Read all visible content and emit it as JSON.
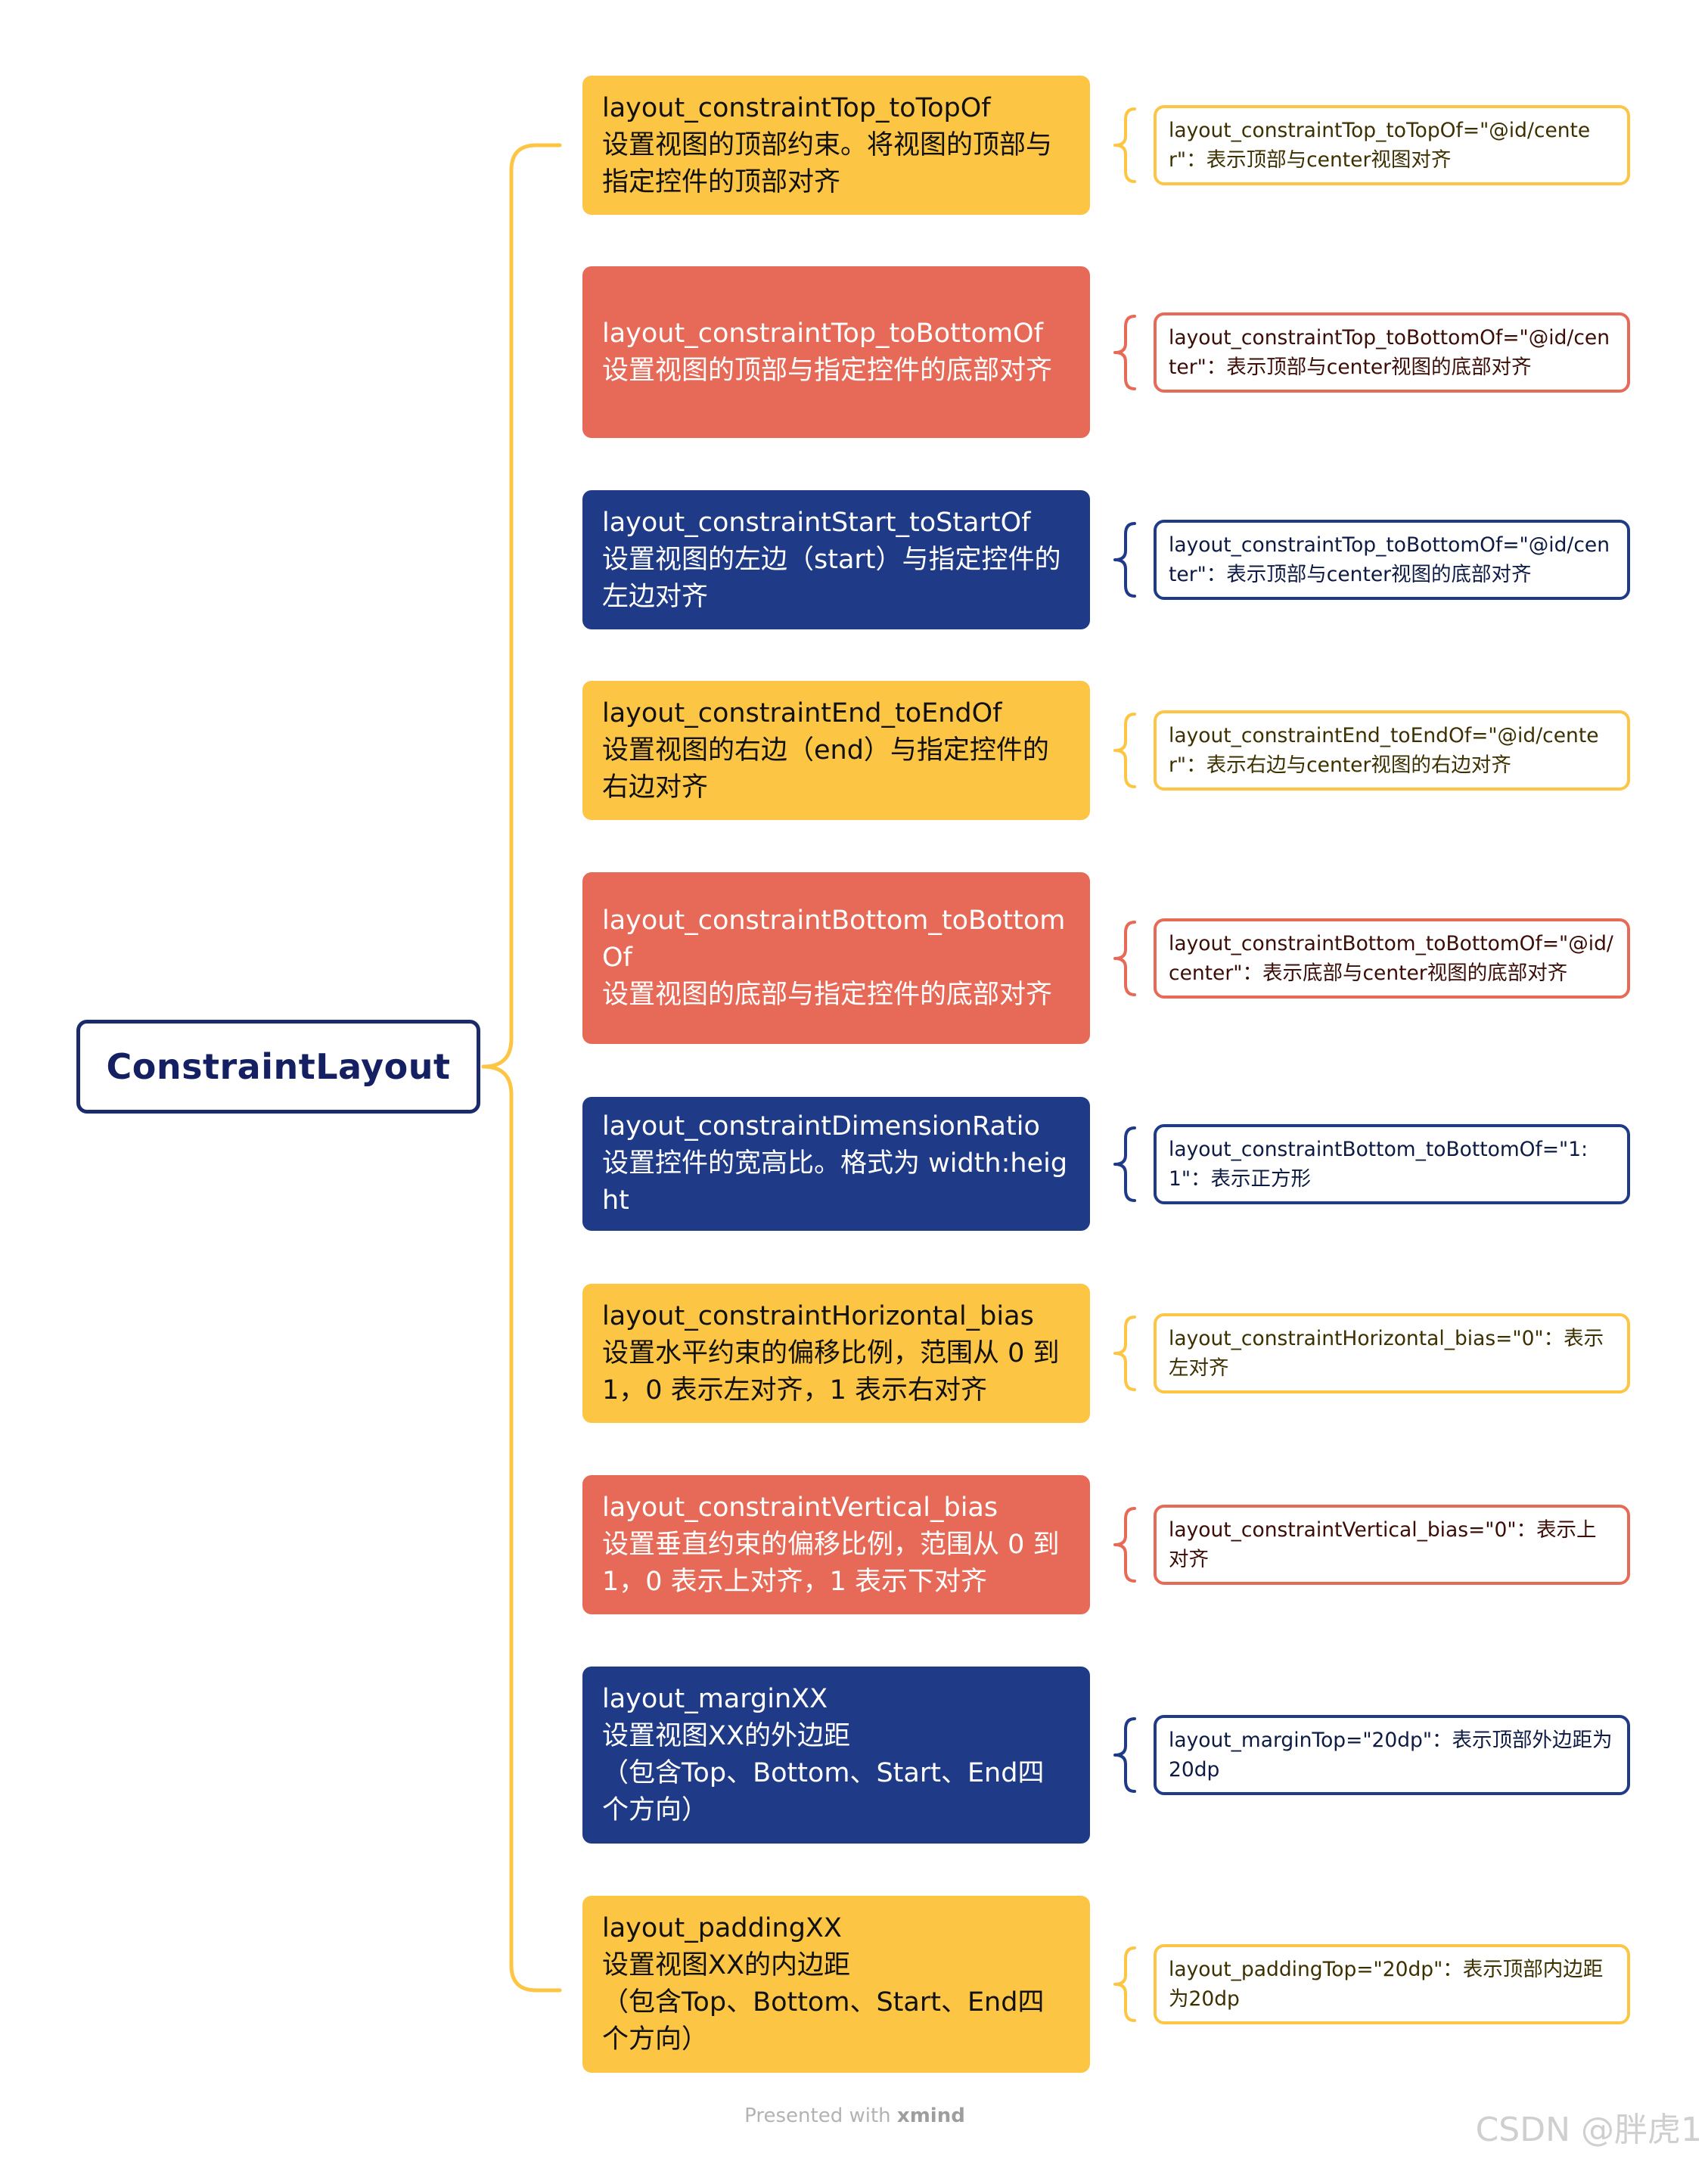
{
  "root": {
    "label": "ConstraintLayout"
  },
  "colors": {
    "yellow": "#fcc544",
    "red": "#e66a57",
    "blue": "#1f3a86",
    "root_border": "#1b2a6b"
  },
  "branches": [
    {
      "color": "yellow",
      "node": [
        "layout_constraintTop_toTopOf",
        "设置视图的顶部约束。将视图的顶部与指定控件的顶部对齐"
      ],
      "note": "layout_constraintTop_toTopOf=\"@id/center\"：表示顶部与center视图对齐"
    },
    {
      "color": "red",
      "node": [
        "layout_constraintTop_toBottomOf",
        "设置视图的顶部与指定控件的底部对齐"
      ],
      "note": "layout_constraintTop_toBottomOf=\"@id/center\"：表示顶部与center视图的底部对齐"
    },
    {
      "color": "blue",
      "node": [
        "layout_constraintStart_toStartOf",
        "设置视图的左边（start）与指定控件的左边对齐"
      ],
      "note": "layout_constraintTop_toBottomOf=\"@id/center\"：表示顶部与center视图的底部对齐"
    },
    {
      "color": "yellow",
      "node": [
        "layout_constraintEnd_toEndOf",
        "设置视图的右边（end）与指定控件的右边对齐"
      ],
      "note": "layout_constraintEnd_toEndOf=\"@id/center\"：表示右边与center视图的右边对齐"
    },
    {
      "color": "red",
      "node": [
        "layout_constraintBottom_toBottomOf",
        "设置视图的底部与指定控件的底部对齐"
      ],
      "note": "layout_constraintBottom_toBottomOf=\"@id/center\"：表示底部与center视图的底部对齐"
    },
    {
      "color": "blue",
      "node": [
        "layout_constraintDimensionRatio",
        "设置控件的宽高比。格式为 width:height"
      ],
      "note": "layout_constraintBottom_toBottomOf=\"1:1\"：表示正方形"
    },
    {
      "color": "yellow",
      "node": [
        "layout_constraintHorizontal_bias",
        "设置水平约束的偏移比例，范围从 0 到 1，0 表示左对齐，1 表示右对齐"
      ],
      "note": "layout_constraintHorizontal_bias=\"0\"：表示左对齐"
    },
    {
      "color": "red",
      "node": [
        "layout_constraintVertical_bias",
        "设置垂直约束的偏移比例，范围从 0 到 1，0 表示上对齐，1 表示下对齐"
      ],
      "note": "layout_constraintVertical_bias=\"0\"：表示上对齐"
    },
    {
      "color": "blue",
      "node": [
        "layout_marginXX",
        "设置视图XX的外边距",
        "（包含Top、Bottom、Start、End四个方向）"
      ],
      "note": "layout_marginTop=\"20dp\"：表示顶部外边距为20dp"
    },
    {
      "color": "yellow",
      "node": [
        "layout_paddingXX",
        "设置视图XX的内边距",
        "（包含Top、Bottom、Start、End四个方向）"
      ],
      "note": "layout_paddingTop=\"20dp\"：表示顶部内边距为20dp"
    }
  ],
  "footer": {
    "prefix": "Presented with ",
    "brand": "xmind"
  },
  "watermark": "CSDN @胖虎1"
}
